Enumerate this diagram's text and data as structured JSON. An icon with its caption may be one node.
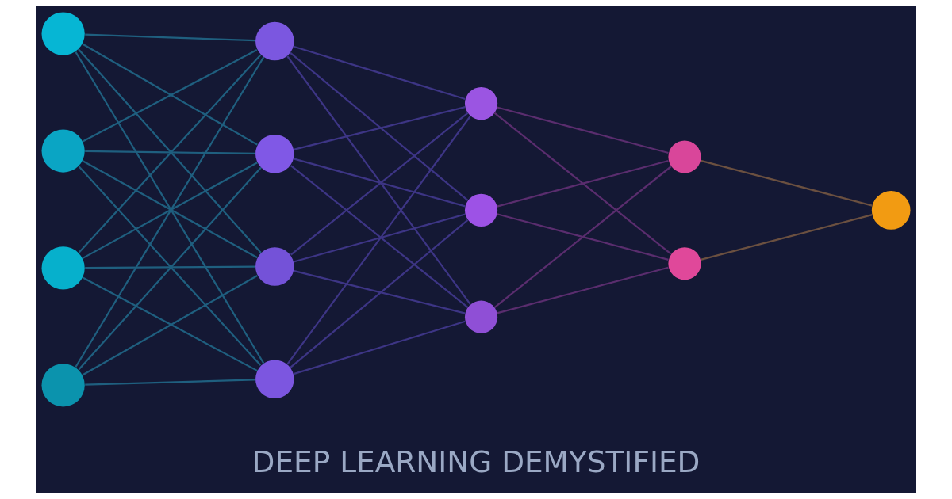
{
  "diagram": {
    "title": "DEEP LEARNING DEMYSTIFIED",
    "nodes": [
      {
        "text": [],
        "shape": "circle"
      },
      {
        "text": [],
        "shape": "circle"
      },
      {
        "text": [],
        "shape": "circle"
      },
      {
        "text": [],
        "shape": "circle"
      },
      {
        "text": [],
        "shape": "circle"
      },
      {
        "text": [],
        "shape": "circle"
      },
      {
        "text": [],
        "shape": "circle"
      },
      {
        "text": [],
        "shape": "circle"
      },
      {
        "text": [],
        "shape": "circle"
      },
      {
        "text": [],
        "shape": "circle"
      },
      {
        "text": [],
        "shape": "circle"
      },
      {
        "text": [],
        "shape": "circle"
      },
      {
        "text": [],
        "shape": "circle"
      },
      {
        "text": [],
        "shape": "circle"
      }
    ],
    "edges": [
      {
        "from": 0,
        "to": 4,
        "arrow": "none",
        "color": "#1f5f7f"
      },
      {
        "from": 0,
        "to": 5,
        "arrow": "none",
        "color": "#1f5f7f"
      },
      {
        "from": 0,
        "to": 6,
        "arrow": "none",
        "color": "#1f5f7f"
      },
      {
        "from": 0,
        "to": 7,
        "arrow": "none",
        "color": "#1f5f7f"
      },
      {
        "from": 1,
        "to": 4,
        "arrow": "none",
        "color": "#1f5f7f"
      },
      {
        "from": 1,
        "to": 5,
        "arrow": "none",
        "color": "#1f5f7f"
      },
      {
        "from": 1,
        "to": 6,
        "arrow": "none",
        "color": "#1f5f7f"
      },
      {
        "from": 1,
        "to": 7,
        "arrow": "none",
        "color": "#1f5f7f"
      },
      {
        "from": 2,
        "to": 4,
        "arrow": "none",
        "color": "#1f5f7f"
      },
      {
        "from": 2,
        "to": 5,
        "arrow": "none",
        "color": "#1f5f7f"
      },
      {
        "from": 2,
        "to": 6,
        "arrow": "none",
        "color": "#1f5f7f"
      },
      {
        "from": 2,
        "to": 7,
        "arrow": "none",
        "color": "#1f5f7f"
      },
      {
        "from": 3,
        "to": 4,
        "arrow": "none",
        "color": "#1f5f7f"
      },
      {
        "from": 3,
        "to": 5,
        "arrow": "none",
        "color": "#1f5f7f"
      },
      {
        "from": 3,
        "to": 6,
        "arrow": "none",
        "color": "#1f5f7f"
      },
      {
        "from": 3,
        "to": 7,
        "arrow": "none",
        "color": "#1f5f7f"
      },
      {
        "from": 4,
        "to": 8,
        "arrow": "none",
        "color": "#3d3585"
      },
      {
        "from": 4,
        "to": 9,
        "arrow": "none",
        "color": "#3d3585"
      },
      {
        "from": 4,
        "to": 10,
        "arrow": "none",
        "color": "#3d3585"
      },
      {
        "from": 5,
        "to": 8,
        "arrow": "none",
        "color": "#3d3585"
      },
      {
        "from": 5,
        "to": 9,
        "arrow": "none",
        "color": "#3d3585"
      },
      {
        "from": 5,
        "to": 10,
        "arrow": "none",
        "color": "#3d3585"
      },
      {
        "from": 6,
        "to": 8,
        "arrow": "none",
        "color": "#3d3585"
      },
      {
        "from": 6,
        "to": 9,
        "arrow": "none",
        "color": "#3d3585"
      },
      {
        "from": 6,
        "to": 10,
        "arrow": "none",
        "color": "#3d3585"
      },
      {
        "from": 7,
        "to": 8,
        "arrow": "none",
        "color": "#3d3585"
      },
      {
        "from": 7,
        "to": 9,
        "arrow": "none",
        "color": "#3d3585"
      },
      {
        "from": 7,
        "to": 10,
        "arrow": "none",
        "color": "#3d3585"
      },
      {
        "from": 8,
        "to": 11,
        "arrow": "none",
        "color": "#5a2d6e"
      },
      {
        "from": 8,
        "to": 12,
        "arrow": "none",
        "color": "#5a2d6e"
      },
      {
        "from": 9,
        "to": 11,
        "arrow": "none",
        "color": "#5a2d6e"
      },
      {
        "from": 9,
        "to": 12,
        "arrow": "none",
        "color": "#5a2d6e"
      },
      {
        "from": 10,
        "to": 11,
        "arrow": "none",
        "color": "#5a2d6e"
      },
      {
        "from": 10,
        "to": 12,
        "arrow": "none",
        "color": "#5a2d6e"
      },
      {
        "from": 11,
        "to": 13,
        "arrow": "none",
        "color": "#6b5040"
      },
      {
        "from": 12,
        "to": 13,
        "arrow": "none",
        "color": "#6b5040"
      }
    ]
  }
}
